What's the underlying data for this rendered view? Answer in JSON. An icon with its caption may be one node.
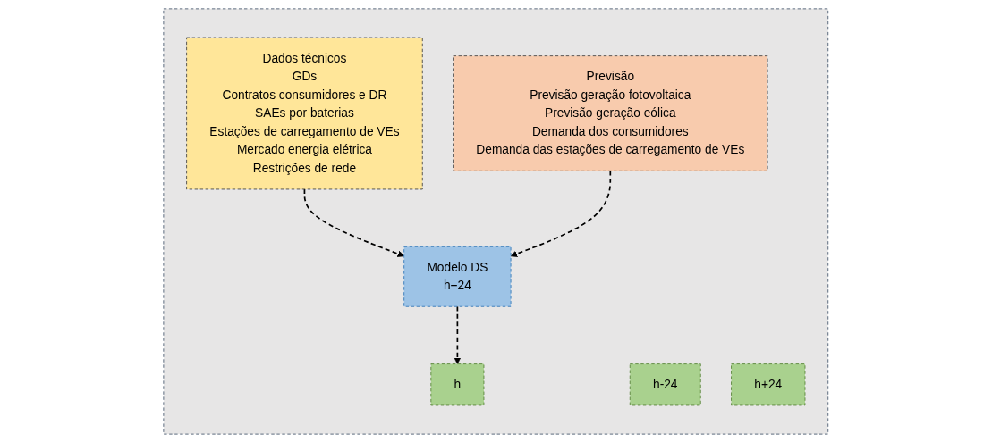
{
  "diagram": {
    "nodes": [
      {
        "text": [],
        "shape": "box"
      },
      {
        "text": [
          "Dados técnicos",
          "GDs",
          "Contratos consumidores e DR",
          "SAEs por baterias",
          "Estações de carregamento de VEs",
          "Mercado energia elétrica",
          "Restrições de rede"
        ],
        "in": 0
      },
      {
        "text": [
          "Previsão",
          "Previsão geração fotovoltaica",
          "Previsão geração eólica",
          "Demanda dos consumidores",
          "Demanda das estações de carregamento de VEs"
        ],
        "in": 0
      },
      {
        "text": [
          "Modelo DS",
          "h+24"
        ],
        "in": 0
      },
      {
        "text": [
          "h-24"
        ],
        "in": 0
      },
      {
        "text": [
          "h"
        ],
        "in": 0
      },
      {
        "text": [
          "h+24"
        ],
        "in": 0
      }
    ],
    "edges": [
      {
        "from": 1,
        "to": 3,
        "arrow": "to",
        "style": "dashed"
      },
      {
        "from": 2,
        "to": 3,
        "arrow": "to",
        "style": "dashed"
      },
      {
        "from": 3,
        "to": 5,
        "arrow": "to",
        "style": "dashed"
      }
    ]
  }
}
